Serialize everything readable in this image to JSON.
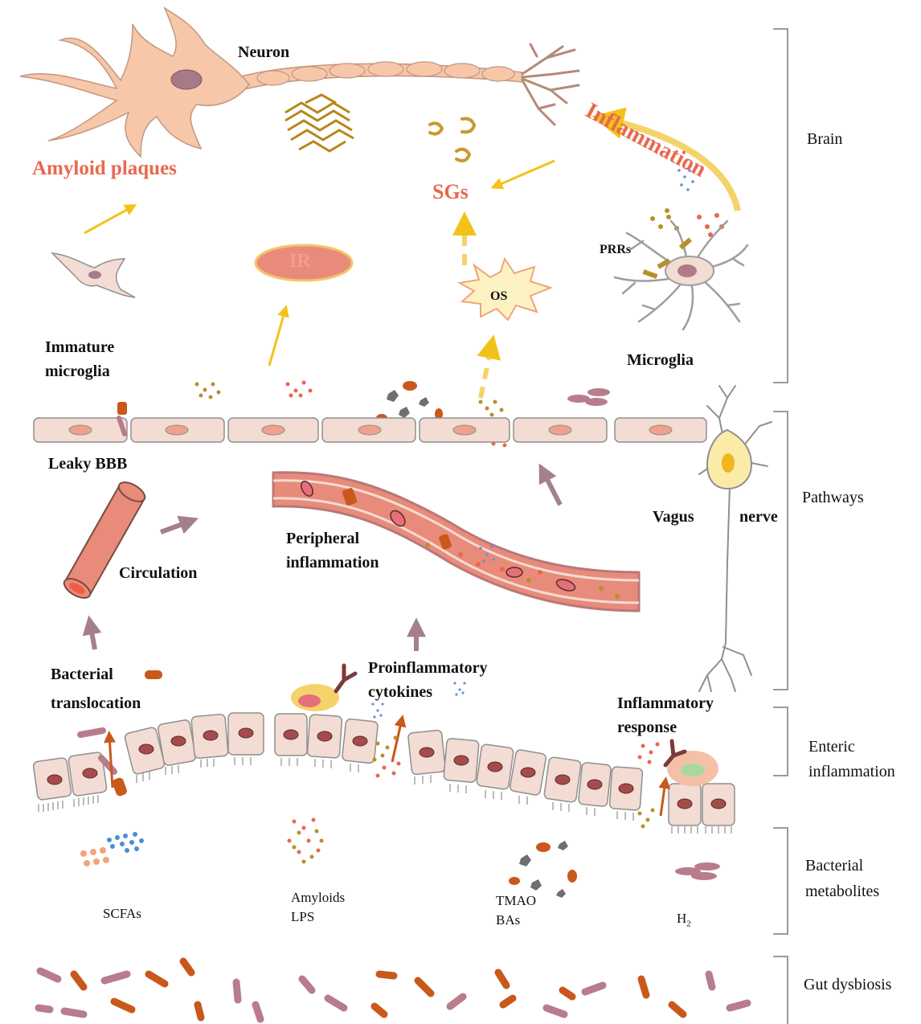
{
  "brain": {
    "neuron": "Neuron",
    "amyloid_plaques": "Amyloid plaques",
    "sgs": "SGs",
    "inflammation": "Inflammation",
    "ir": "IR",
    "os": "OS",
    "prrs": "PRRs",
    "microglia": "Microglia",
    "immature_microglia_1": "Immature",
    "immature_microglia_2": "microglia"
  },
  "pathways": {
    "leaky_bbb": "Leaky BBB",
    "circulation": "Circulation",
    "peripheral_1": "Peripheral",
    "peripheral_2": "inflammation",
    "vagus": "Vagus",
    "nerve": "nerve"
  },
  "enteric": {
    "bacterial_1": "Bacterial",
    "bacterial_2": "translocation",
    "proinflam_1": "Proinflammatory",
    "proinflam_2": "cytokines",
    "inflam_response_1": "Inflammatory",
    "inflam_response_2": "response"
  },
  "metabolites": {
    "scfas": "SCFAs",
    "amyloids": "Amyloids",
    "lps": "LPS",
    "tmao": "TMAO",
    "bas": "BAs",
    "h2": "H",
    "h2_sub": "2"
  },
  "sections": {
    "brain": "Brain",
    "pathways": "Pathways",
    "enteric_1": "Enteric",
    "enteric_2": "inflammation",
    "bacterial_1": "Bacterial",
    "bacterial_2": "metabolites",
    "gut": "Gut dysbiosis"
  },
  "colors": {
    "accent_red": "#e8684f",
    "arrow_yellow": "#f2c21b",
    "arrow_mauve": "#a47f8c",
    "cell_fill": "#f3dcd3",
    "vessel": "#e9917a"
  }
}
